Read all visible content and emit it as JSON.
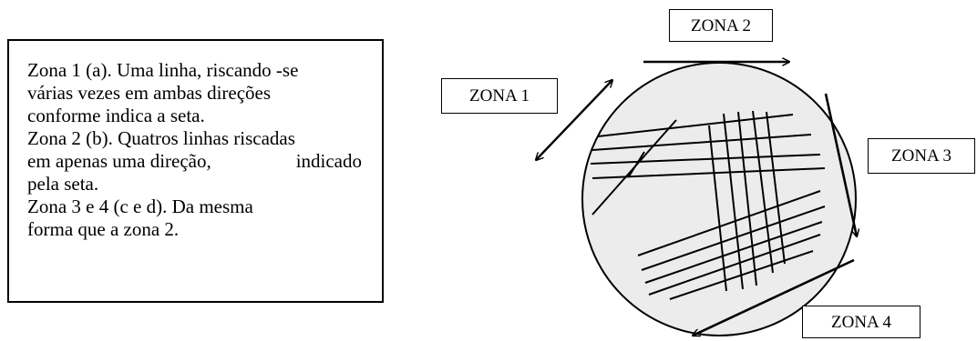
{
  "description": {
    "lines": [
      "Zona 1 (a). Uma linha, riscando -se",
      "várias vezes em ambas direções",
      "conforme indica a seta.",
      "Zona 2 (b). Quatros linhas riscadas",
      [
        "em apenas uma direção,",
        "indicado"
      ],
      "pela seta.",
      "Zona 3 e 4 (c e d). Da mesma",
      "forma que a zona 2."
    ]
  },
  "zones": {
    "zona1": "ZONA 1",
    "zona2": "ZONA 2",
    "zona3": "ZONA 3",
    "zona4": "ZONA 4"
  },
  "colors": {
    "plate_fill": "#ececec",
    "stroke": "#000000"
  }
}
